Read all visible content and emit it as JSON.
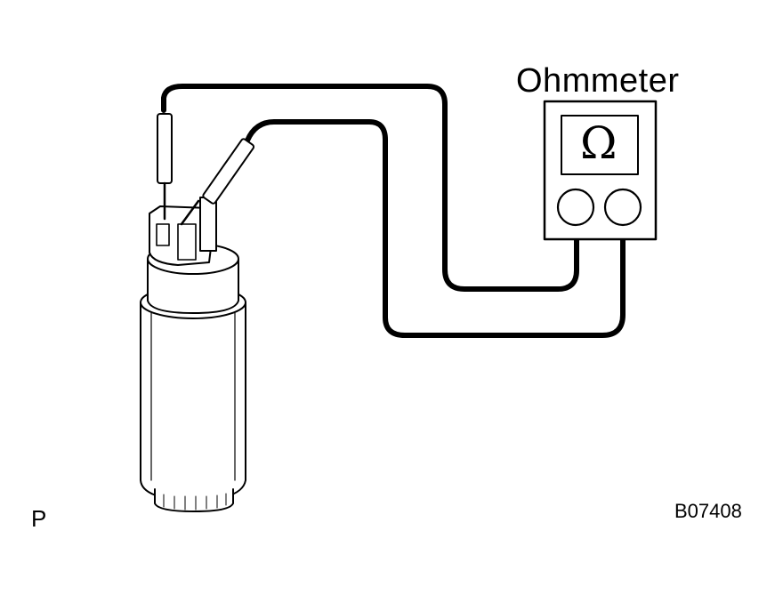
{
  "diagram": {
    "meter_label": "Ohmmeter",
    "meter_symbol": "Ω",
    "corner_letter": "P",
    "figure_code": "B07408"
  },
  "colors": {
    "ink": "#000000",
    "paper": "#ffffff"
  }
}
